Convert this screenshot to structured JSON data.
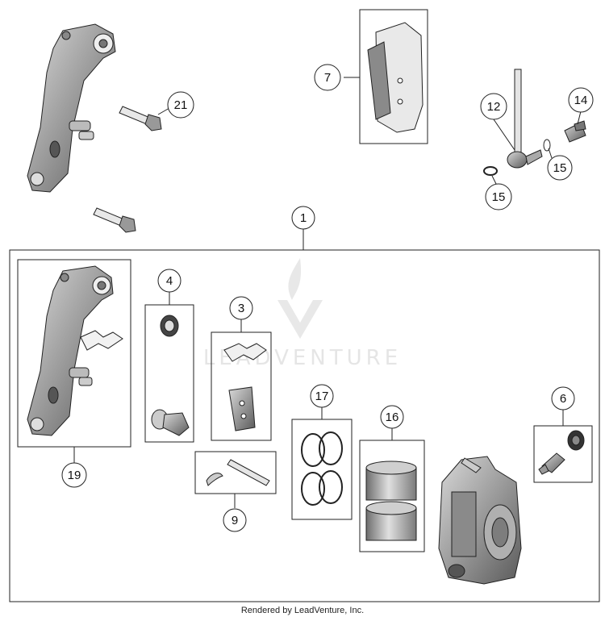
{
  "callouts": {
    "c1": "1",
    "c3": "3",
    "c4": "4",
    "c6": "6",
    "c7": "7",
    "c9": "9",
    "c12": "12",
    "c14": "14",
    "c15a": "15",
    "c15b": "15",
    "c16": "16",
    "c17": "17",
    "c19": "19",
    "c21": "21"
  },
  "watermark": {
    "text": "LEADVENTURE"
  },
  "footer": {
    "text": "Rendered by LeadVenture, Inc."
  }
}
